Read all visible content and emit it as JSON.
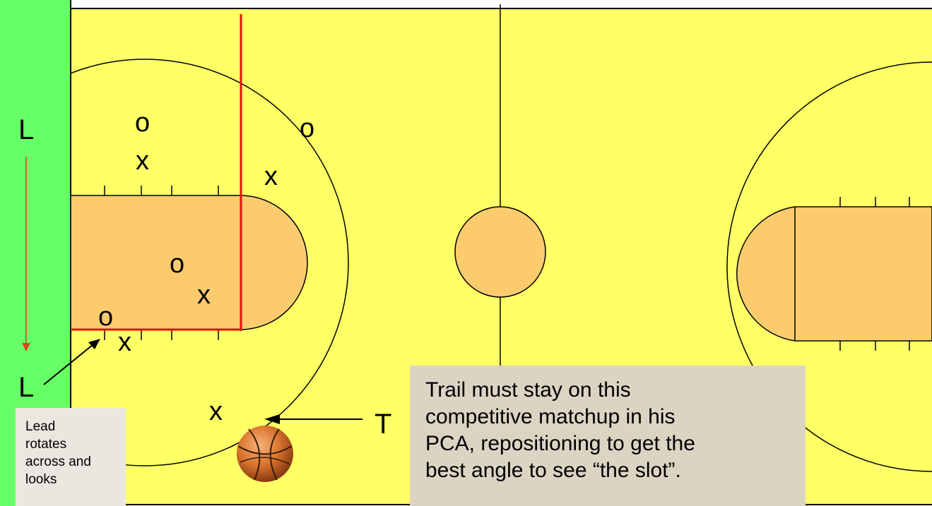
{
  "colors": {
    "court": "#ffff66",
    "sideline_area": "#66ff66",
    "paint": "#fccb6e",
    "lines": "#000000",
    "boundary_line": "#e0120c",
    "rotation_arrow": "#d8441c"
  },
  "officials": {
    "lead_start": "L",
    "lead_end": "L",
    "trail": "T"
  },
  "players": {
    "offense_marker": "o",
    "defense_marker": "x"
  },
  "ball_icon": "basketball-icon",
  "notes": {
    "trail_note": [
      "Trail must stay on this",
      "competitive matchup in his",
      "PCA, repositioning to get the",
      "best angle to see “the slot”."
    ],
    "lead_note": [
      "Lead",
      "rotates",
      "across and",
      "looks"
    ]
  }
}
